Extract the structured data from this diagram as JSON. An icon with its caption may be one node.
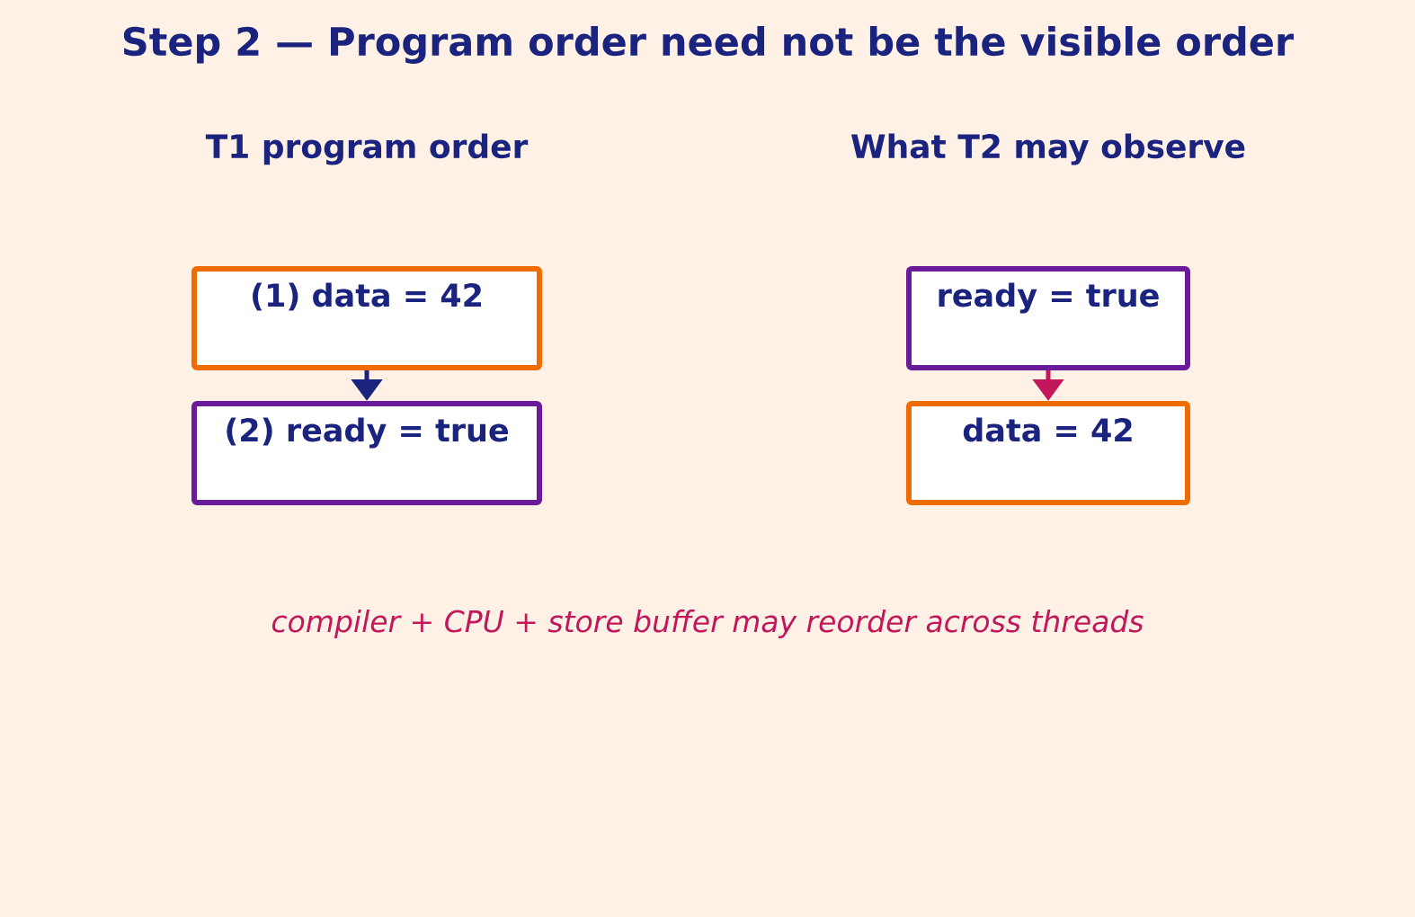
{
  "diagram": {
    "title": "Step 2 — Program order need not be the visible order",
    "nodes": [
      {
        "text": [
          "(1) data = 42"
        ]
      },
      {
        "text": [
          "(2) ready = true"
        ]
      },
      {
        "text": [
          "ready = true"
        ]
      },
      {
        "text": [
          "data = 42"
        ]
      }
    ],
    "edges": [
      {
        "from": 0,
        "to": 1,
        "arrow": "to",
        "color": "#1a237e"
      },
      {
        "from": 2,
        "to": 3,
        "arrow": "to",
        "color": "#c2185b"
      }
    ],
    "labels": [
      "T1 program order",
      "What T2 may observe",
      "compiler + CPU + store buffer may reorder across threads"
    ]
  }
}
